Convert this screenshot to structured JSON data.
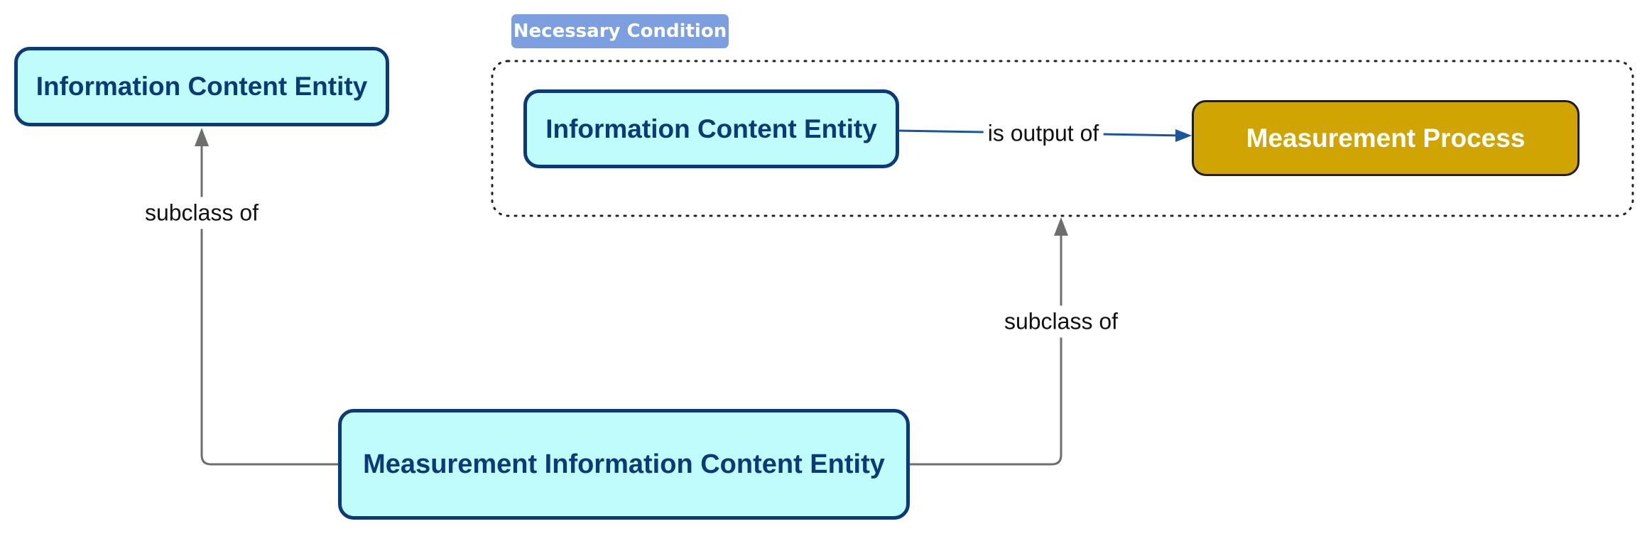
{
  "nodes": {
    "ice_top_left": "Information Content Entity",
    "ice_condition": "Information Content Entity",
    "measurement_process": "Measurement Process",
    "measurement_ice": "Measurement Information Content Entity"
  },
  "edges": {
    "subclass_left": "subclass of",
    "subclass_right": "subclass of",
    "is_output_of": "is output of"
  },
  "condition_group": {
    "label": "Necessary Condition"
  },
  "colors": {
    "class_fill": "#c0fcfc",
    "class_border": "#0c3a76",
    "process_fill": "#d0a503",
    "condition_tag": "#7c9fdf",
    "edge_gray": "#6e6e6e",
    "edge_blue": "#1a55a0"
  }
}
